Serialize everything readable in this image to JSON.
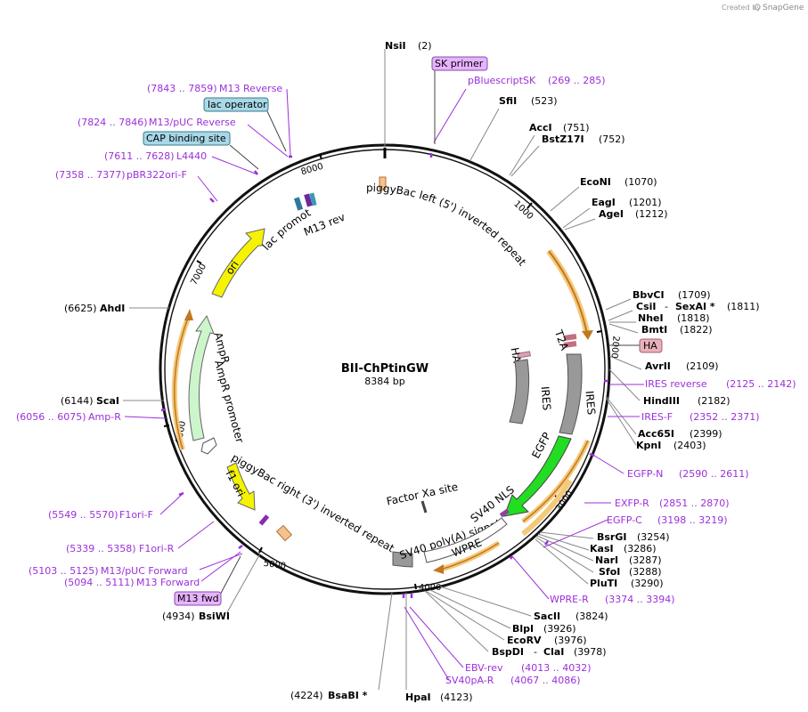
{
  "brand": {
    "created_by": "Created by",
    "app": "SnapGene"
  },
  "plasmid": {
    "name": "BII-ChPtinGW",
    "length": "8384 bp",
    "ticks": [
      "1000",
      "2000",
      "3000",
      "4000",
      "5000",
      "6000",
      "7000",
      "8000"
    ]
  },
  "colors": {
    "enzyme": "#000000",
    "primer": "#9b30d9",
    "feature_yellow": "#f5f300",
    "feature_green": "#22dd22",
    "feature_ampr": "#ccf5cc",
    "feature_grey": "#999999",
    "repeat_orange": "#f0b060",
    "box_purple": "#e6b3ff",
    "box_blue": "#a8d8e8",
    "box_pink": "#e8b0b8"
  },
  "enzymes": [
    {
      "name": "NsiI",
      "pos": "(2)"
    },
    {
      "name": "SfiI",
      "pos": "(523)"
    },
    {
      "name": "AccI",
      "pos": "(751)"
    },
    {
      "name": "BstZ17I",
      "pos": "(752)"
    },
    {
      "name": "EcoNI",
      "pos": "(1070)"
    },
    {
      "name": "EagI",
      "pos": "(1201)"
    },
    {
      "name": "AgeI",
      "pos": "(1212)"
    },
    {
      "name": "BbvCI",
      "pos": "(1709)"
    },
    {
      "name": "CsiI",
      "pos": ""
    },
    {
      "name": "SexAI *",
      "pos": "(1811)"
    },
    {
      "name": "NheI",
      "pos": "(1818)"
    },
    {
      "name": "BmtI",
      "pos": "(1822)"
    },
    {
      "name": "AvrII",
      "pos": "(2109)"
    },
    {
      "name": "HindIII",
      "pos": "(2182)"
    },
    {
      "name": "Acc65I",
      "pos": "(2399)"
    },
    {
      "name": "KpnI",
      "pos": "(2403)"
    },
    {
      "name": "BsrGI",
      "pos": "(3254)"
    },
    {
      "name": "KasI",
      "pos": "(3286)"
    },
    {
      "name": "NarI",
      "pos": "(3287)"
    },
    {
      "name": "SfoI",
      "pos": "(3288)"
    },
    {
      "name": "PluTI",
      "pos": "(3290)"
    },
    {
      "name": "SacII",
      "pos": "(3824)"
    },
    {
      "name": "BlpI",
      "pos": "(3926)"
    },
    {
      "name": "EcoRV",
      "pos": "(3976)"
    },
    {
      "name": "BspDI",
      "pos": ""
    },
    {
      "name": "ClaI",
      "pos": "(3978)"
    },
    {
      "name": "HpaI",
      "pos": "(4123)"
    },
    {
      "name": "BsaBI *",
      "pos": "(4224)"
    },
    {
      "name": "BsiWI",
      "pos": "(4934)"
    },
    {
      "name": "ScaI",
      "pos": "(6144)"
    },
    {
      "name": "AhdI",
      "pos": "(6625)"
    }
  ],
  "primers": [
    {
      "name": "pBluescriptSK",
      "pos": "(269 .. 285)"
    },
    {
      "name": "IRES reverse",
      "pos": "(2125 .. 2142)"
    },
    {
      "name": "IRES-F",
      "pos": "(2352 .. 2371)"
    },
    {
      "name": "EGFP-N",
      "pos": "(2590 .. 2611)"
    },
    {
      "name": "EXFP-R",
      "pos": "(2851 .. 2870)"
    },
    {
      "name": "EGFP-C",
      "pos": "(3198 .. 3219)"
    },
    {
      "name": "WPRE-R",
      "pos": "(3374 .. 3394)"
    },
    {
      "name": "EBV-rev",
      "pos": "(4013 .. 4032)"
    },
    {
      "name": "SV40pA-R",
      "pos": "(4067 .. 4086)"
    },
    {
      "name": "M13 Forward",
      "pos": "(5094 .. 5111)"
    },
    {
      "name": "M13/pUC Forward",
      "pos": "(5103 .. 5125)"
    },
    {
      "name": "F1ori-R",
      "pos": "(5339 .. 5358)"
    },
    {
      "name": "F1ori-F",
      "pos": "(5549 .. 5570)"
    },
    {
      "name": "Amp-R",
      "pos": "(6056 .. 6075)"
    },
    {
      "name": "pBR322ori-F",
      "pos": "(7358 .. 7377)"
    },
    {
      "name": "L4440",
      "pos": "(7611 .. 7628)"
    },
    {
      "name": "M13/pUC Reverse",
      "pos": "(7824 .. 7846)"
    },
    {
      "name": "M13 Reverse",
      "pos": "(7843 .. 7859)"
    }
  ],
  "boxes": [
    {
      "name": "SK primer"
    },
    {
      "name": "lac operator"
    },
    {
      "name": "CAP binding site"
    },
    {
      "name": "HA"
    },
    {
      "name": "M13 fwd"
    }
  ],
  "features": [
    {
      "name": "piggyBac left (5') inverted repeat"
    },
    {
      "name": "lac promoter"
    },
    {
      "name": "M13 rev"
    },
    {
      "name": "ori"
    },
    {
      "name": "AmpR"
    },
    {
      "name": "AmpR promoter"
    },
    {
      "name": "f1 ori"
    },
    {
      "name": "piggyBac right (3') inverted repeat"
    },
    {
      "name": "HA"
    },
    {
      "name": "T2A"
    },
    {
      "name": "IRES"
    },
    {
      "name": "IRES"
    },
    {
      "name": "EGFP"
    },
    {
      "name": "Factor Xa site"
    },
    {
      "name": "SV40 NLS"
    },
    {
      "name": "SV40 poly(A) signal"
    },
    {
      "name": "WPRE"
    }
  ]
}
